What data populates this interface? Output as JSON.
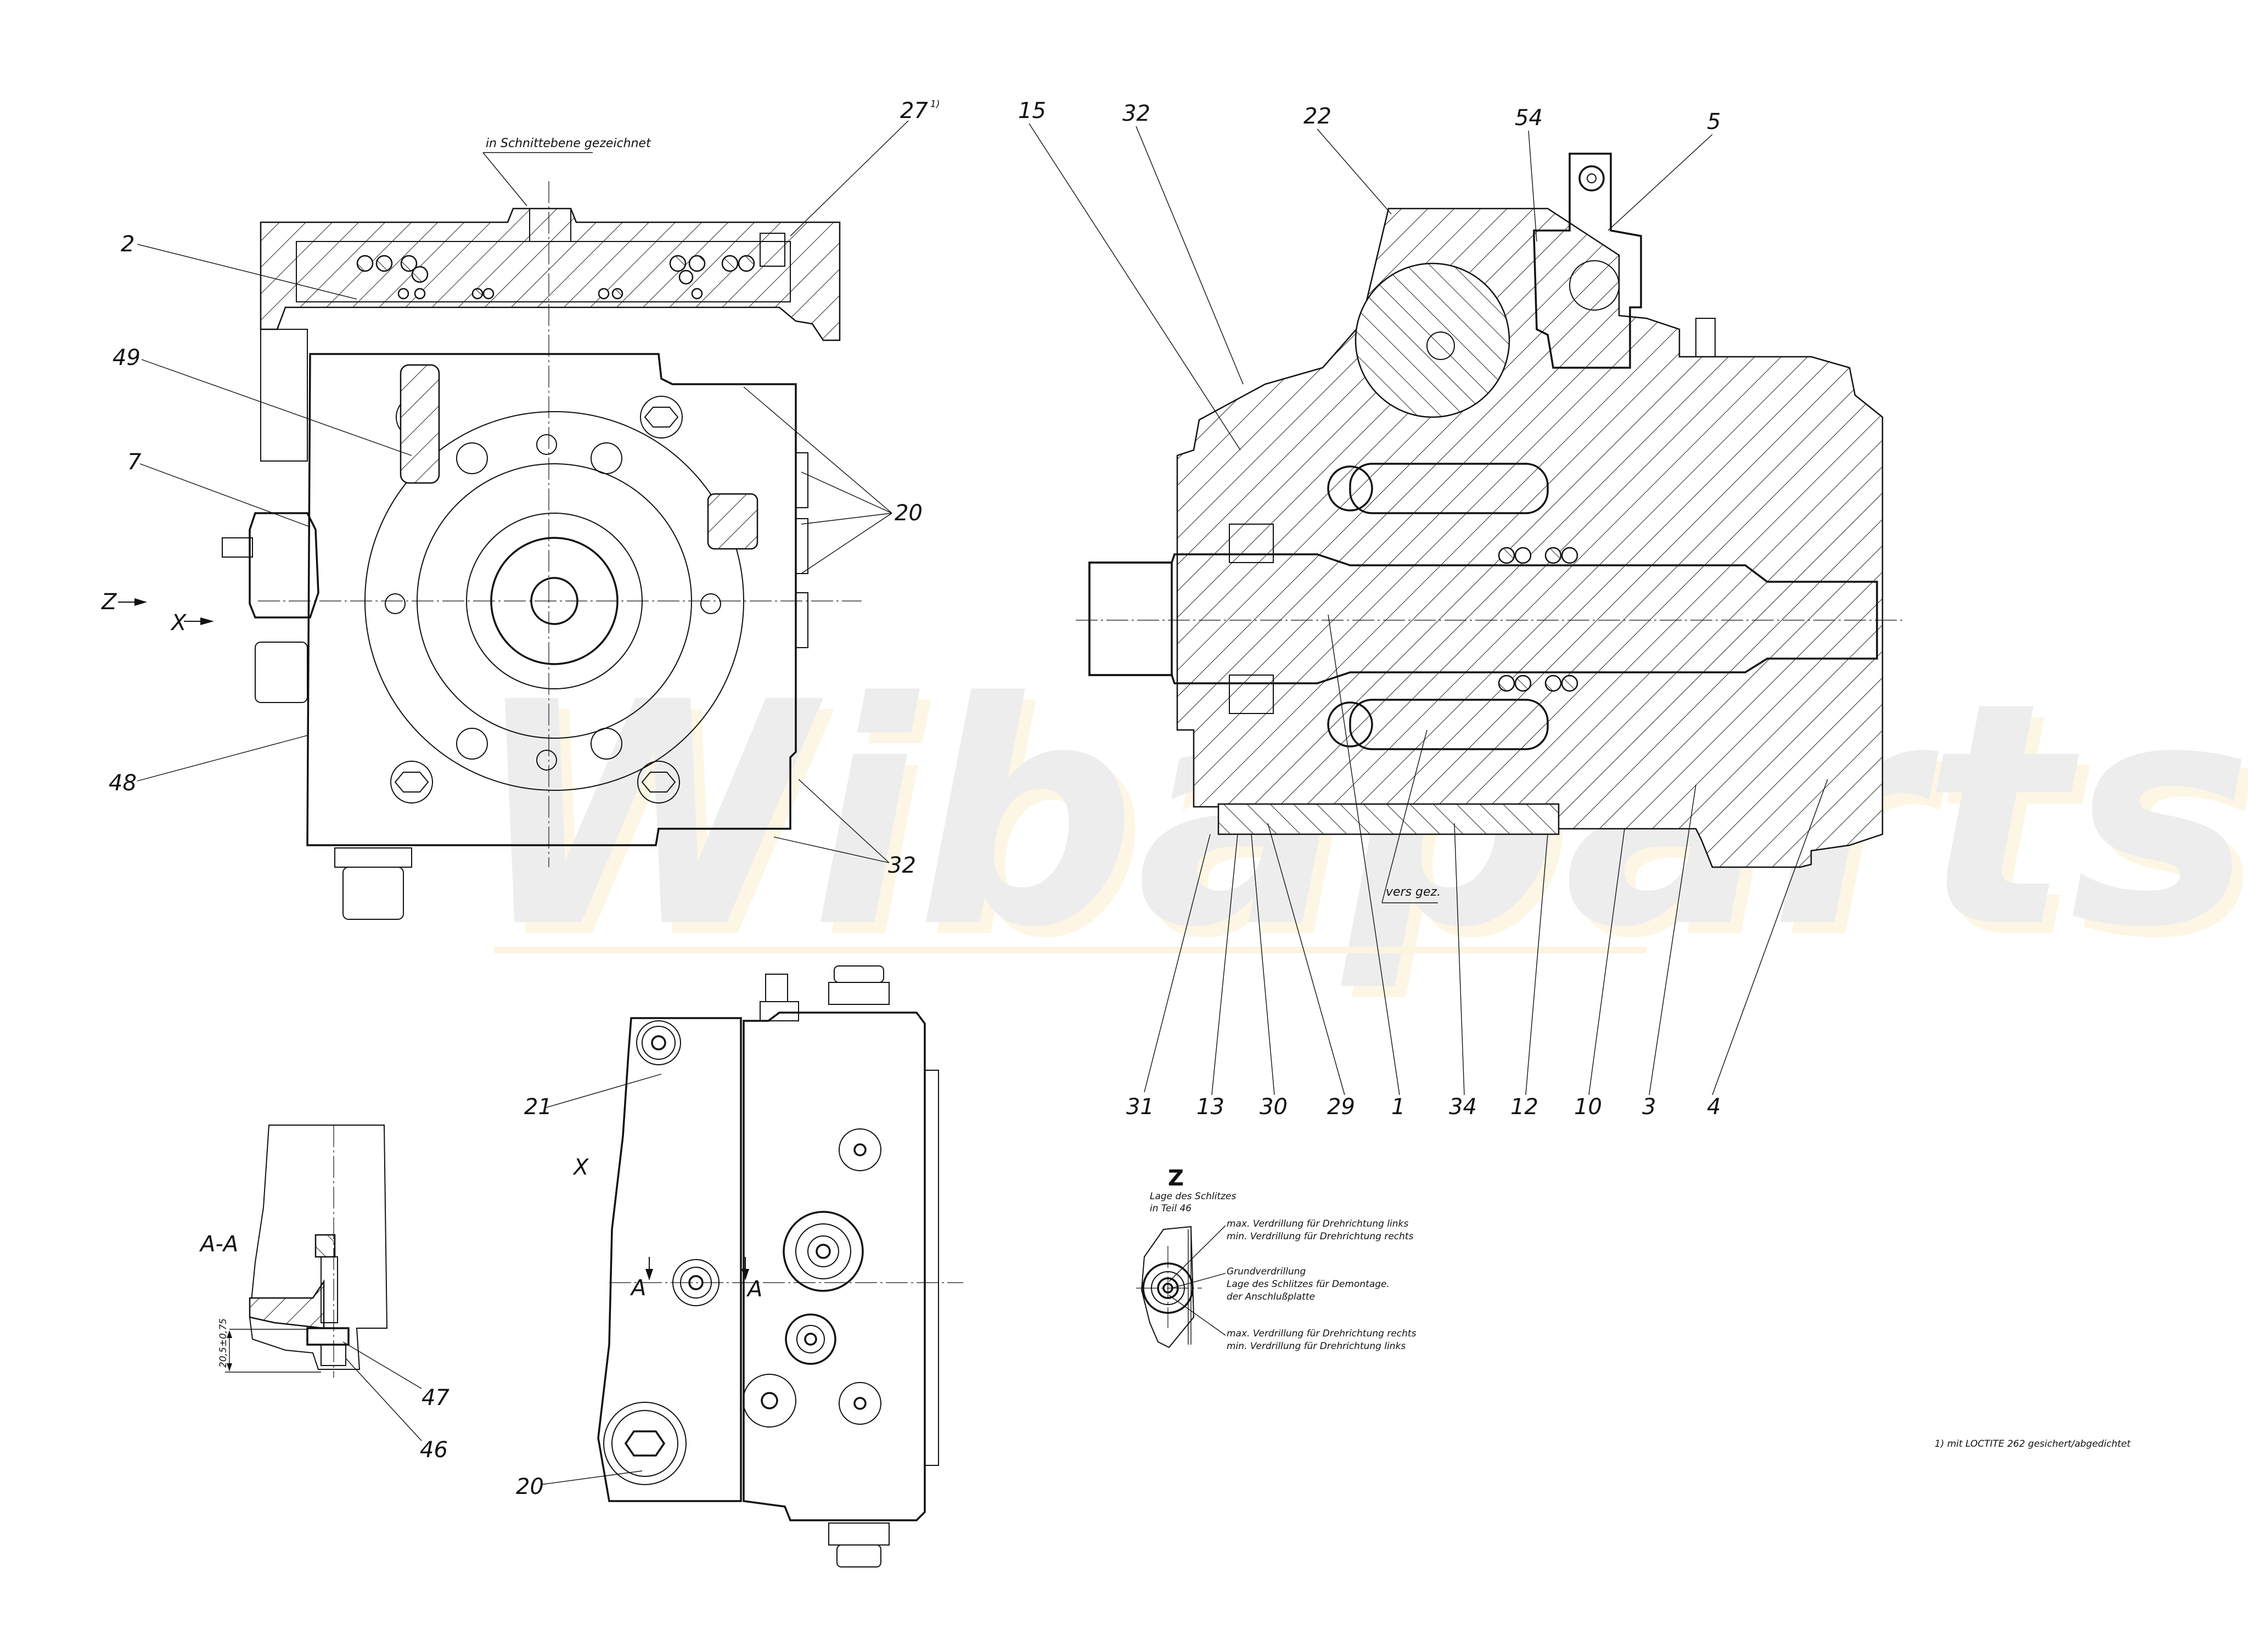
{
  "drawing": {
    "title": "Hydraulic axial piston pump – assembly drawing",
    "watermark": "Wibaparts",
    "colors": {
      "ink": "#111111",
      "paper": "#ffffff",
      "watermark_gray": "#ececec",
      "watermark_yellow": "#fdf6e6"
    },
    "section_note_top": "in Schnittebene gezeichnet",
    "section_note_vers": "vers gez.",
    "footnote": "1) mit LOCTITE 262 gesichert/abgedichtet",
    "view_arrows": {
      "z": "Z",
      "x": "X"
    },
    "left_view": {
      "callouts": [
        {
          "id": "2",
          "label": "2"
        },
        {
          "id": "49",
          "label": "49"
        },
        {
          "id": "7",
          "label": "7"
        },
        {
          "id": "48",
          "label": "48"
        },
        {
          "id": "27",
          "label": "27",
          "superscript": "1)"
        },
        {
          "id": "20",
          "label": "20"
        },
        {
          "id": "32",
          "label": "32"
        }
      ]
    },
    "section_view": {
      "top_callouts": [
        "15",
        "32",
        "22",
        "54",
        "5"
      ],
      "bottom_callouts": [
        "31",
        "13",
        "30",
        "29",
        "1",
        "34",
        "12",
        "10",
        "3",
        "4"
      ]
    },
    "valve_view": {
      "x_label": "X",
      "section_mark": "A",
      "callouts": [
        "21",
        "20"
      ]
    },
    "section_aa": {
      "title": "A-A",
      "dimension": "20,5±0,75",
      "callouts": [
        "47",
        "46"
      ]
    },
    "detail_z": {
      "title": "Z",
      "subtitle_1": "Lage des Schlitzes",
      "subtitle_2": "in Teil 46",
      "note_top_1": "max. Verdrillung für Drehrichtung links",
      "note_top_2": "min. Verdrillung für Drehrichtung rechts",
      "note_mid_1": "Grundverdrillung",
      "note_mid_2": "Lage des Schlitzes für Demontage.",
      "note_mid_3": "der Anschlußplatte",
      "note_bot_1": "max. Verdrillung für Drehrichtung rechts",
      "note_bot_2": "min. Verdrillung für Drehrichtung links"
    }
  }
}
